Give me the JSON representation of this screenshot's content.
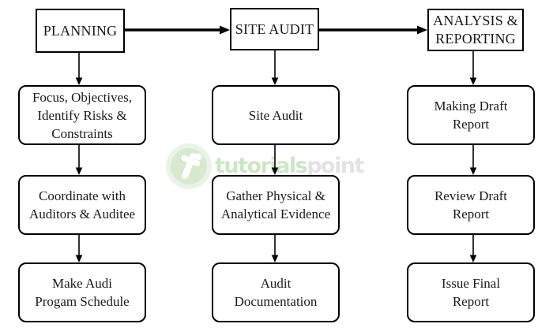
{
  "colors": {
    "ink": "#1a1a1a",
    "border": "#000000",
    "background": "#ffffff",
    "arrow": "#000000",
    "watermark_green_halo": "#eaf4e6",
    "watermark_green_circle": "#d7eacf",
    "watermark_green_text": "#cde7c6",
    "watermark_gray_text": "#e3e3e3",
    "watermark_glyph": "#ffffff"
  },
  "flowchart": {
    "columns": [
      {
        "header": "PLANNING",
        "steps": [
          "Focus, Objectives,\nIdentify Risks &\nConstraints",
          "Coordinate with\nAuditors & Auditee",
          "Make Audi\nProgam Schedule"
        ]
      },
      {
        "header": "SITE AUDIT",
        "steps": [
          "Site Audit",
          "Gather Physical &\nAnalytical Evidence",
          "Audit\nDocumentation"
        ]
      },
      {
        "header": "ANALYSIS &\nREPORTING",
        "steps": [
          "Making Draft\nReport",
          "Review Draft\nReport",
          "Issue Final\nReport"
        ]
      }
    ]
  },
  "watermark": {
    "brand_green": "tutorials",
    "brand_gray": "point"
  }
}
